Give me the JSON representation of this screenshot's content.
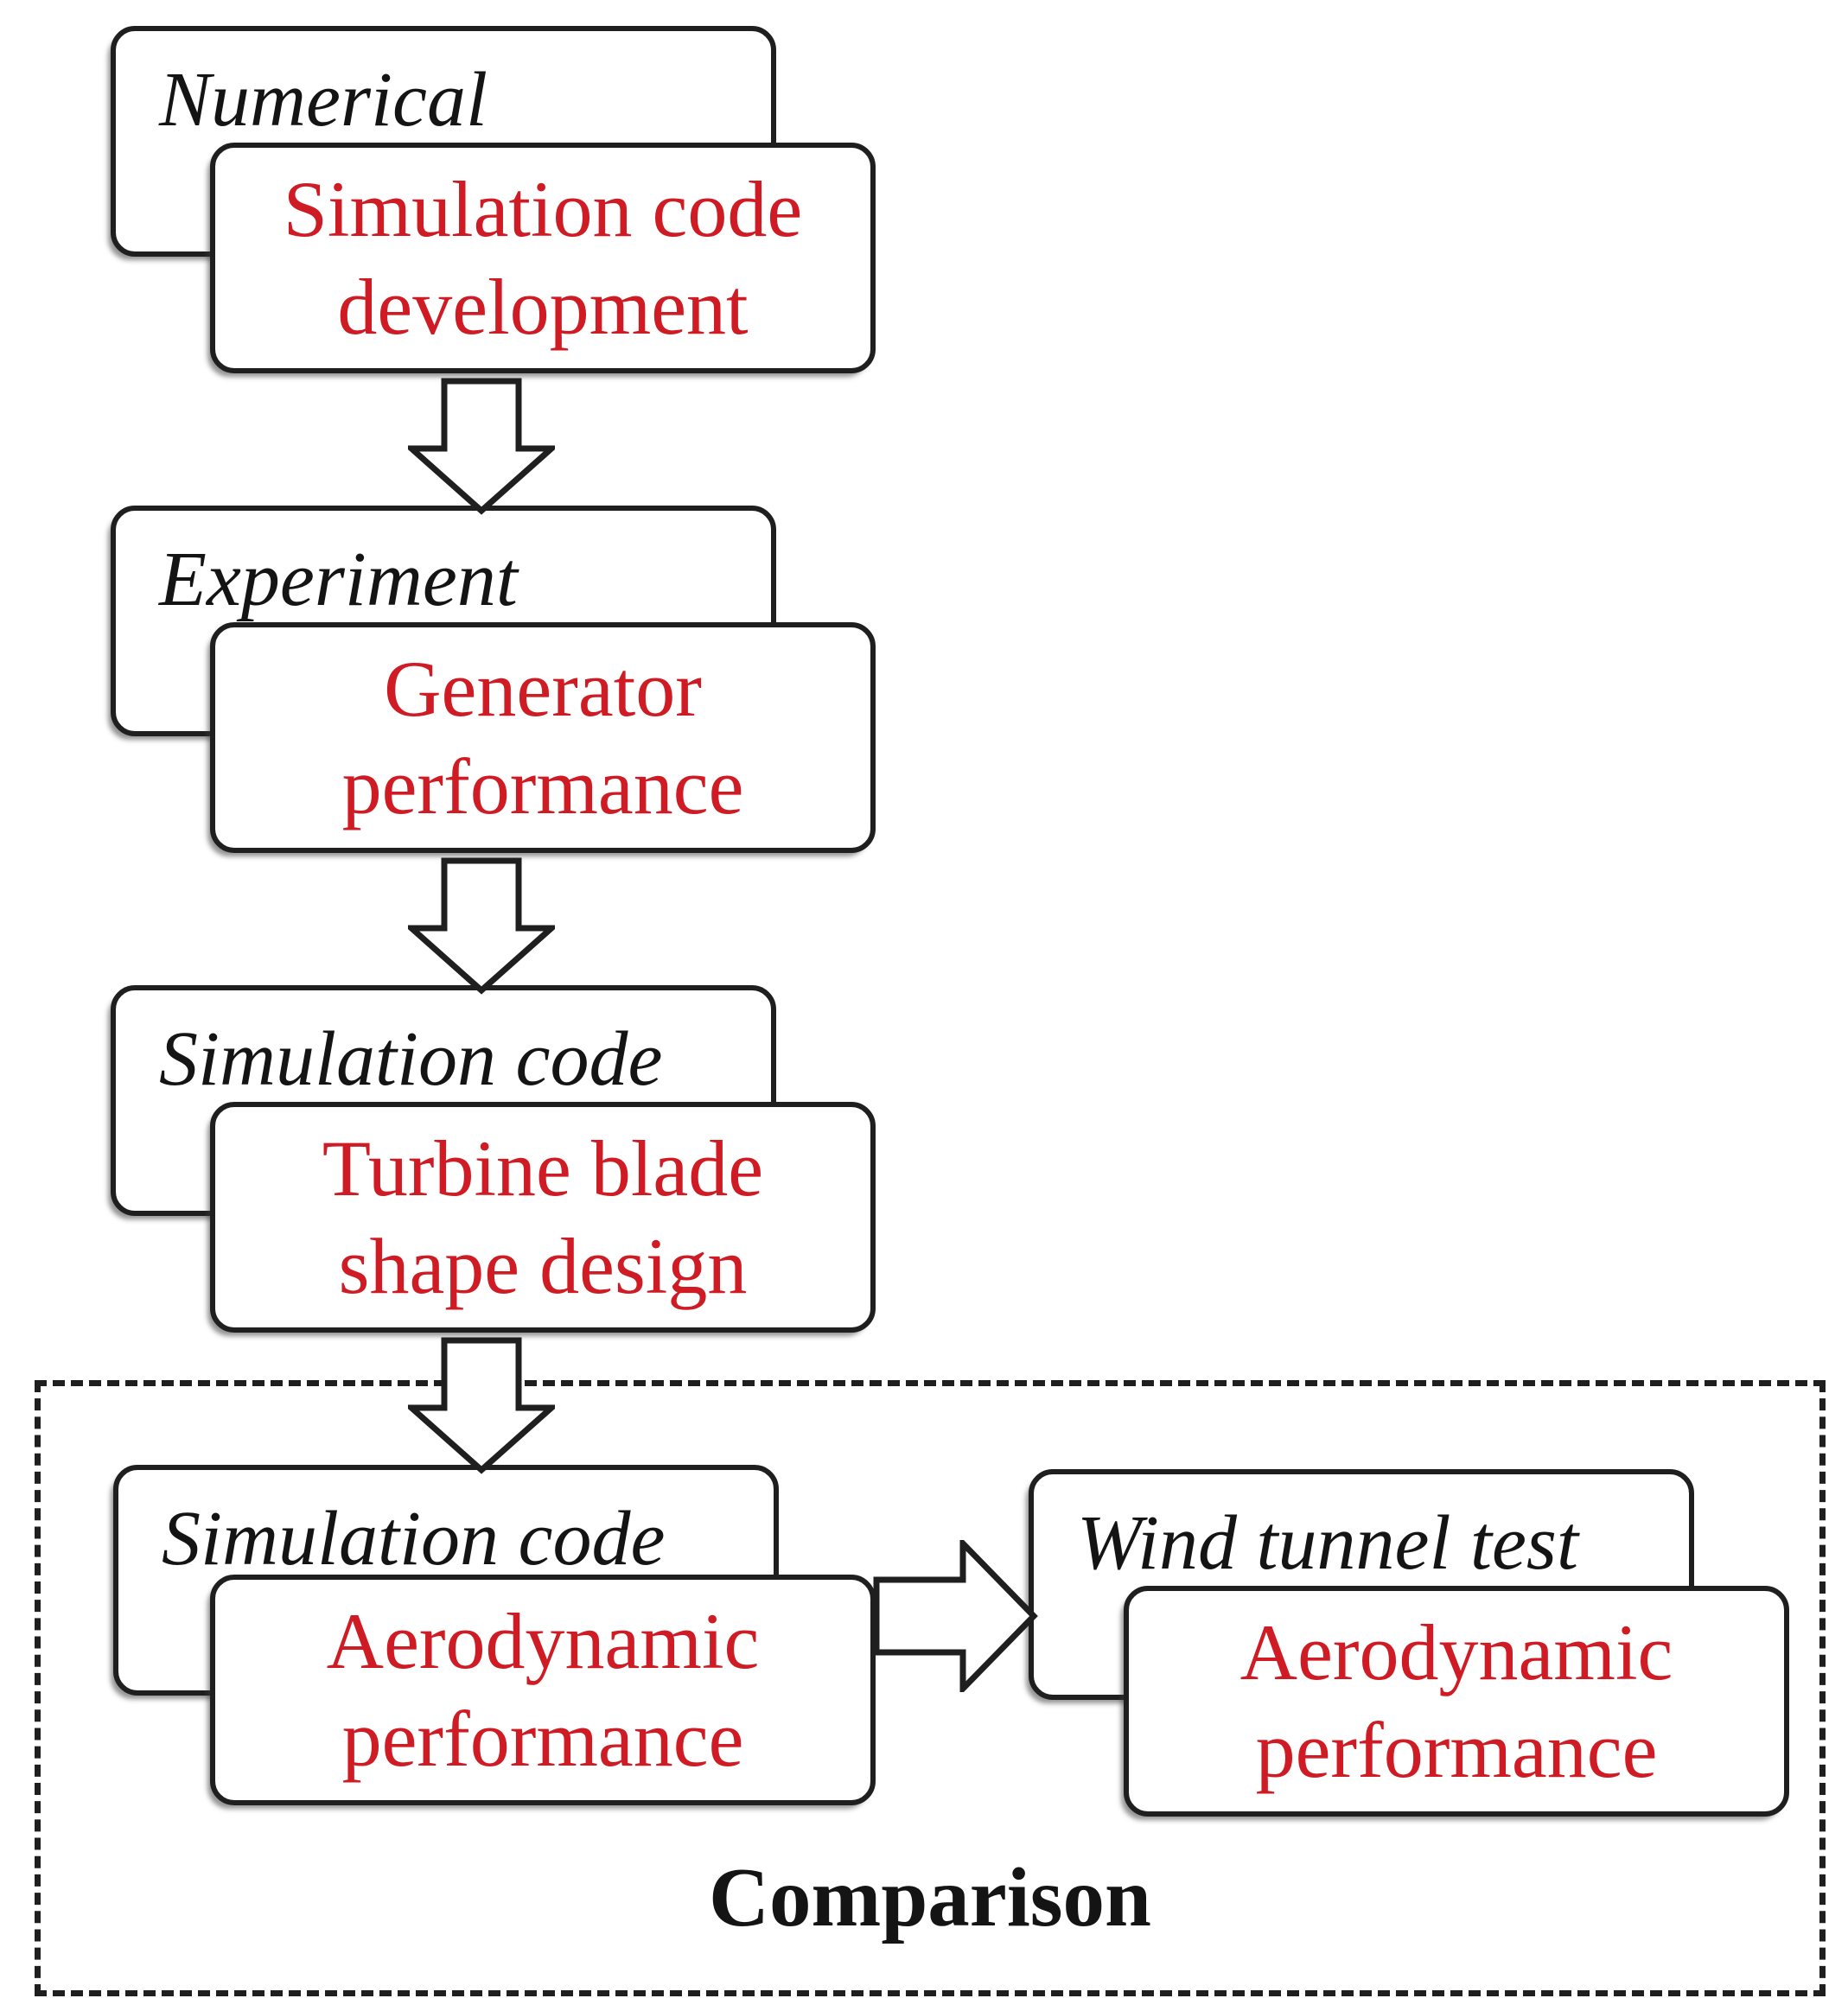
{
  "groups": [
    {
      "label": "Numerical",
      "box_lines": [
        "Simulation code",
        "development"
      ]
    },
    {
      "label": "Experiment",
      "box_lines": [
        "Generator",
        "performance"
      ]
    },
    {
      "label": "Simulation code",
      "box_lines": [
        "Turbine blade",
        "shape design"
      ]
    },
    {
      "label": "Simulation code",
      "box_lines": [
        "Aerodynamic",
        "performance"
      ]
    },
    {
      "label": "Wind tunnel test",
      "box_lines": [
        "Aerodynamic",
        "performance"
      ]
    }
  ],
  "comparison": {
    "label": "Comparison"
  },
  "icons": {
    "down_arrows": [
      "down-arrow-icon",
      "down-arrow-icon",
      "down-arrow-icon"
    ],
    "right_arrow": "right-arrow-icon"
  },
  "colors": {
    "step_text": "#cf1b24",
    "label_text": "#141414",
    "border": "#1f1f1f",
    "arrow_fill": "#ffffff"
  }
}
